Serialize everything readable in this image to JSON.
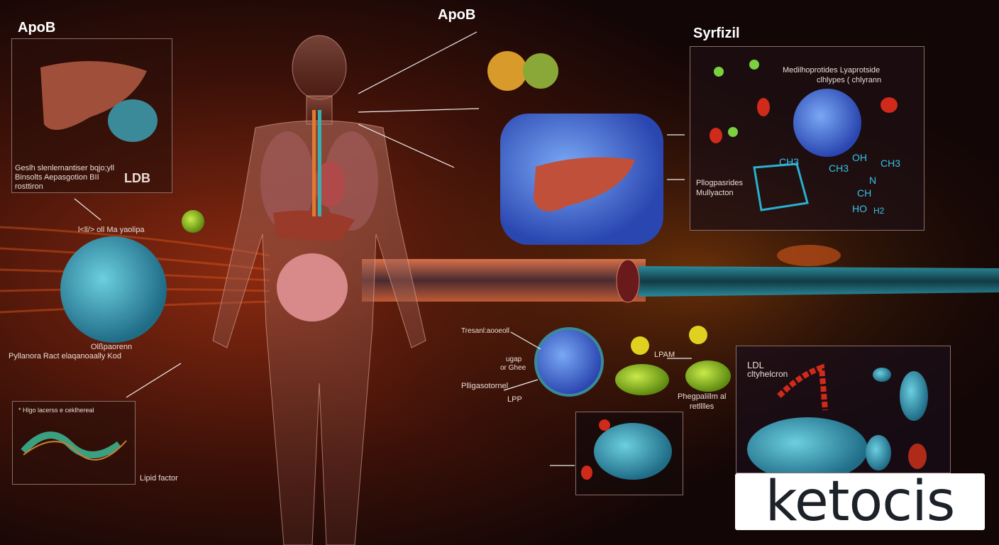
{
  "headings": {
    "left": "ApoB",
    "center": "ApoB",
    "right": "Syrfizil"
  },
  "liver_panel": {
    "line1": "Geslh slenlemantiser bqjo;yll",
    "line2": "Binsolts Aepasgotion BII",
    "line3": "rosttiron",
    "tag": "LDB"
  },
  "left_sphere": {
    "top_label": "l<ll/> oll  Ma yaolipa",
    "bottom_label1": "Olßpaorenn",
    "bottom_label2": "Pyllanora Ract elaqanoaally Kod"
  },
  "chem_panel": {
    "line1": "Medilhoprotides Lyaprotside",
    "line2": "clhlypes ( chlyrann",
    "side1": "Pllogpasrides",
    "side2": "Mullyacton",
    "formula": [
      "CH3",
      "OH",
      "CH3",
      "CH3",
      "N",
      "CH",
      "HO",
      "H2"
    ]
  },
  "lower_left_panel": {
    "label": "* Hlgo lacerss e ceklhereal",
    "caption": "Lipid factor"
  },
  "center_cluster": {
    "label1": "Tresanl:aooeoll",
    "label2": "ugap",
    "label3": "or Ghee",
    "label4": "Plligasotornel",
    "label5": "LPP",
    "label6": "LPAM",
    "label7": "Phegpalillm al",
    "label8": "retlllles"
  },
  "ldl_panel": {
    "line1": "LDL",
    "line2": "cltyhelcron"
  },
  "logo": {
    "text": "ketocis",
    "accent": "#1fae6a"
  },
  "colors": {
    "background": "#120808",
    "vessel": "#b8401c",
    "protein_blue": "#3a78d8",
    "teal": "#3aa4b8",
    "lime": "#9cc42a"
  }
}
